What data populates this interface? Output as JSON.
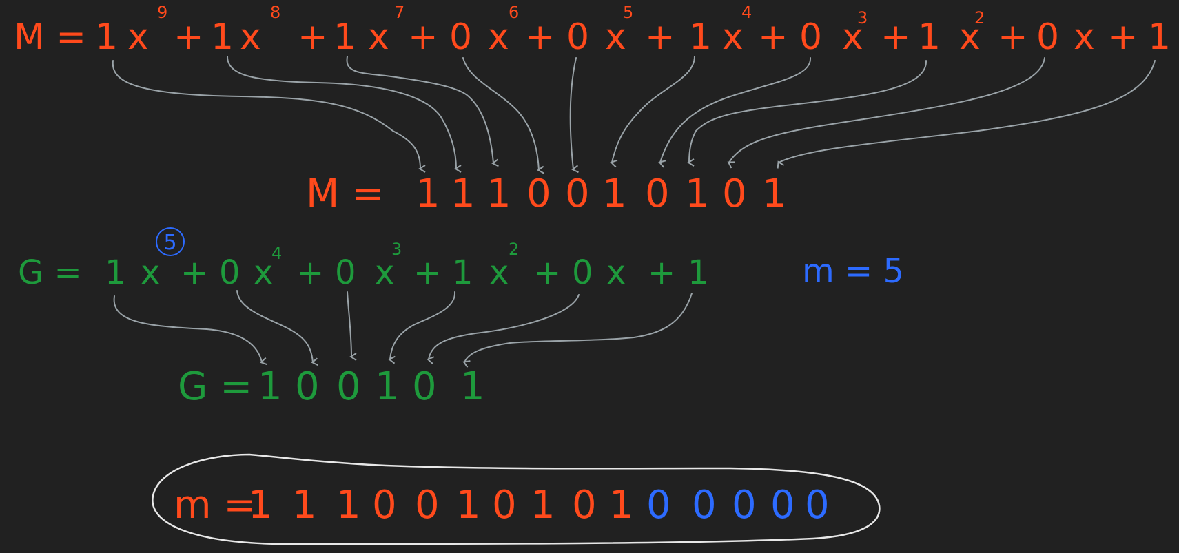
{
  "message_poly": {
    "label": "M =",
    "terms": [
      {
        "coef": "1",
        "var": "x",
        "exp": "9"
      },
      {
        "coef": "1",
        "var": "x",
        "exp": "8"
      },
      {
        "coef": "1",
        "var": "x",
        "exp": "7"
      },
      {
        "coef": "0",
        "var": "x",
        "exp": "6"
      },
      {
        "coef": "0",
        "var": "x",
        "exp": "5"
      },
      {
        "coef": "1",
        "var": "x",
        "exp": "4"
      },
      {
        "coef": "0",
        "var": "x",
        "exp": "3"
      },
      {
        "coef": "1",
        "var": "x",
        "exp": "2"
      },
      {
        "coef": "0",
        "var": "x",
        "exp": ""
      },
      {
        "coef": "1",
        "var": "",
        "exp": ""
      }
    ],
    "plus": "+"
  },
  "message_bits": {
    "label": "M =",
    "bits": [
      "1",
      "1",
      "1",
      "0",
      "0",
      "1",
      "0",
      "1",
      "0",
      "1"
    ]
  },
  "generator_poly": {
    "label": "G =",
    "degree_circled": "5",
    "terms": [
      {
        "coef": "1",
        "var": "x",
        "exp": ""
      },
      {
        "coef": "0",
        "var": "x",
        "exp": "4"
      },
      {
        "coef": "0",
        "var": "x",
        "exp": "3"
      },
      {
        "coef": "1",
        "var": "x",
        "exp": "2"
      },
      {
        "coef": "0",
        "var": "x",
        "exp": ""
      },
      {
        "coef": "1",
        "var": "",
        "exp": ""
      }
    ],
    "plus": "+"
  },
  "generator_bits": {
    "label": "G =",
    "bits": [
      "1",
      "0",
      "0",
      "1",
      "0",
      "1"
    ]
  },
  "degree_note": {
    "text": "m = 5"
  },
  "padded": {
    "label": "m =",
    "message_bits": [
      "1",
      "1",
      "1",
      "0",
      "0",
      "1",
      "0",
      "1",
      "0",
      "1"
    ],
    "zero_bits": [
      "0",
      "0",
      "0",
      "0",
      "0"
    ]
  },
  "colors": {
    "background": "#212121",
    "message": "#ff4a1c",
    "generator": "#1e9a3c",
    "highlight": "#2d6bff",
    "arrows": "#9aa3a8",
    "outline": "#e8e8e8"
  }
}
